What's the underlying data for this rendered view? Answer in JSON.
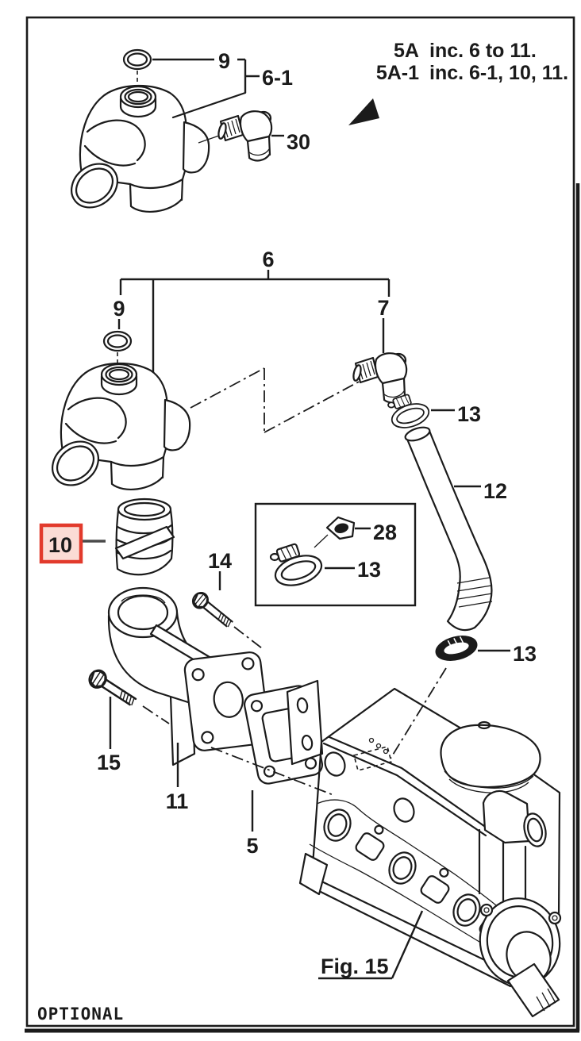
{
  "notes": {
    "row1": {
      "code": "5A",
      "desc": "inc. 6 to 11."
    },
    "row2": {
      "code": "5A-1",
      "desc": "inc. 6-1, 10, 11."
    }
  },
  "callouts": {
    "top_oring": "9",
    "top_assembly": "6-1",
    "top_elbow": "30",
    "mid_assembly": "6",
    "mid_oring": "9",
    "mid_elbow": "7",
    "clamp_upper": "13",
    "hose": "12",
    "clamp_lower": "13",
    "connector": "10",
    "bolt_upper": "14",
    "clip": "28",
    "clamp_inset": "13",
    "bolt_lower": "15",
    "elbow_pipe": "11",
    "gasket": "5"
  },
  "figure_ref": "Fig. 15",
  "footer": "OPTIONAL",
  "highlight": {
    "border_color": "#e23a2c",
    "fill_color": "#fbdcd5",
    "label_color": "#33201c"
  },
  "line_color": "#1b1b1b"
}
